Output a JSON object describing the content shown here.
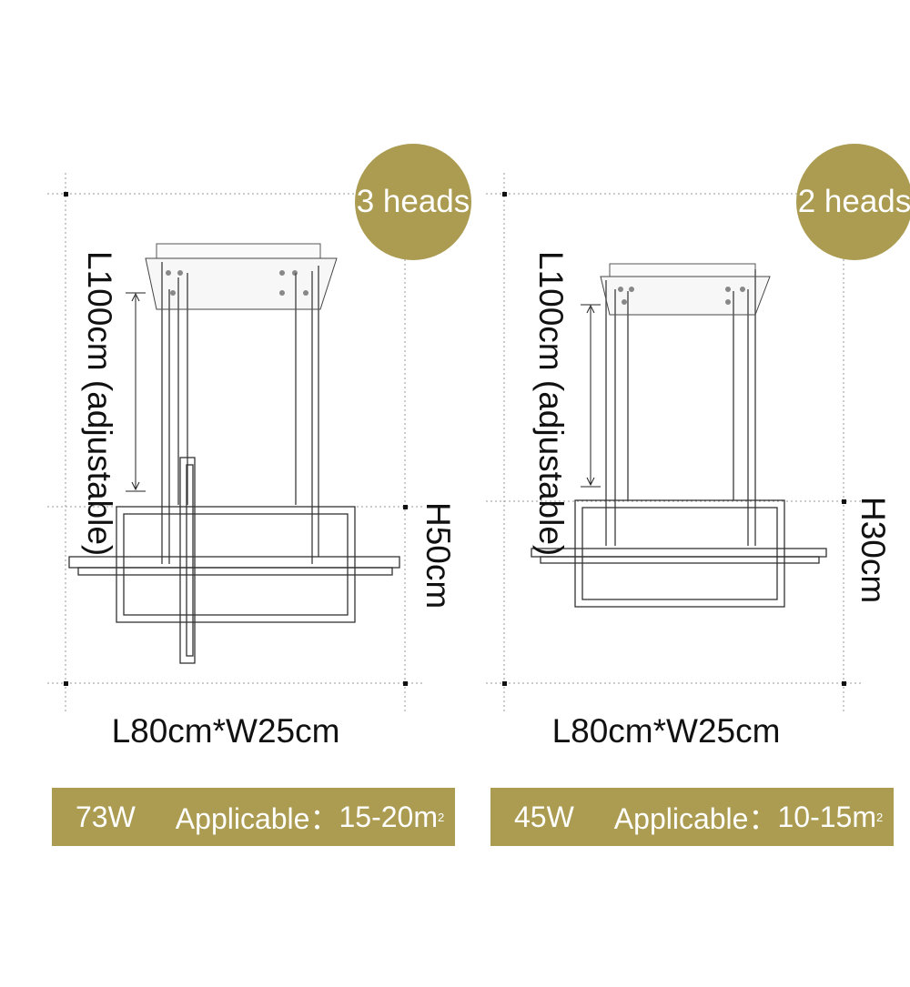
{
  "colors": {
    "accent": "#ab9c52",
    "line": "#333333",
    "guide": "#999999"
  },
  "products": [
    {
      "heads": "3 heads",
      "cable_length": "L100cm (adjustable)",
      "height": "H50cm",
      "dimensions": "L80cm*W25cm",
      "wattage": "73W",
      "applicable_label": "Applicable：",
      "applicable_range": "15-20m",
      "applicable_unit_sup": "2"
    },
    {
      "heads": "2 heads",
      "cable_length": "L100cm (adjustable)",
      "height": "H30cm",
      "dimensions": "L80cm*W25cm",
      "wattage": "45W",
      "applicable_label": "Applicable：",
      "applicable_range": "10-15m",
      "applicable_unit_sup": "2"
    }
  ]
}
